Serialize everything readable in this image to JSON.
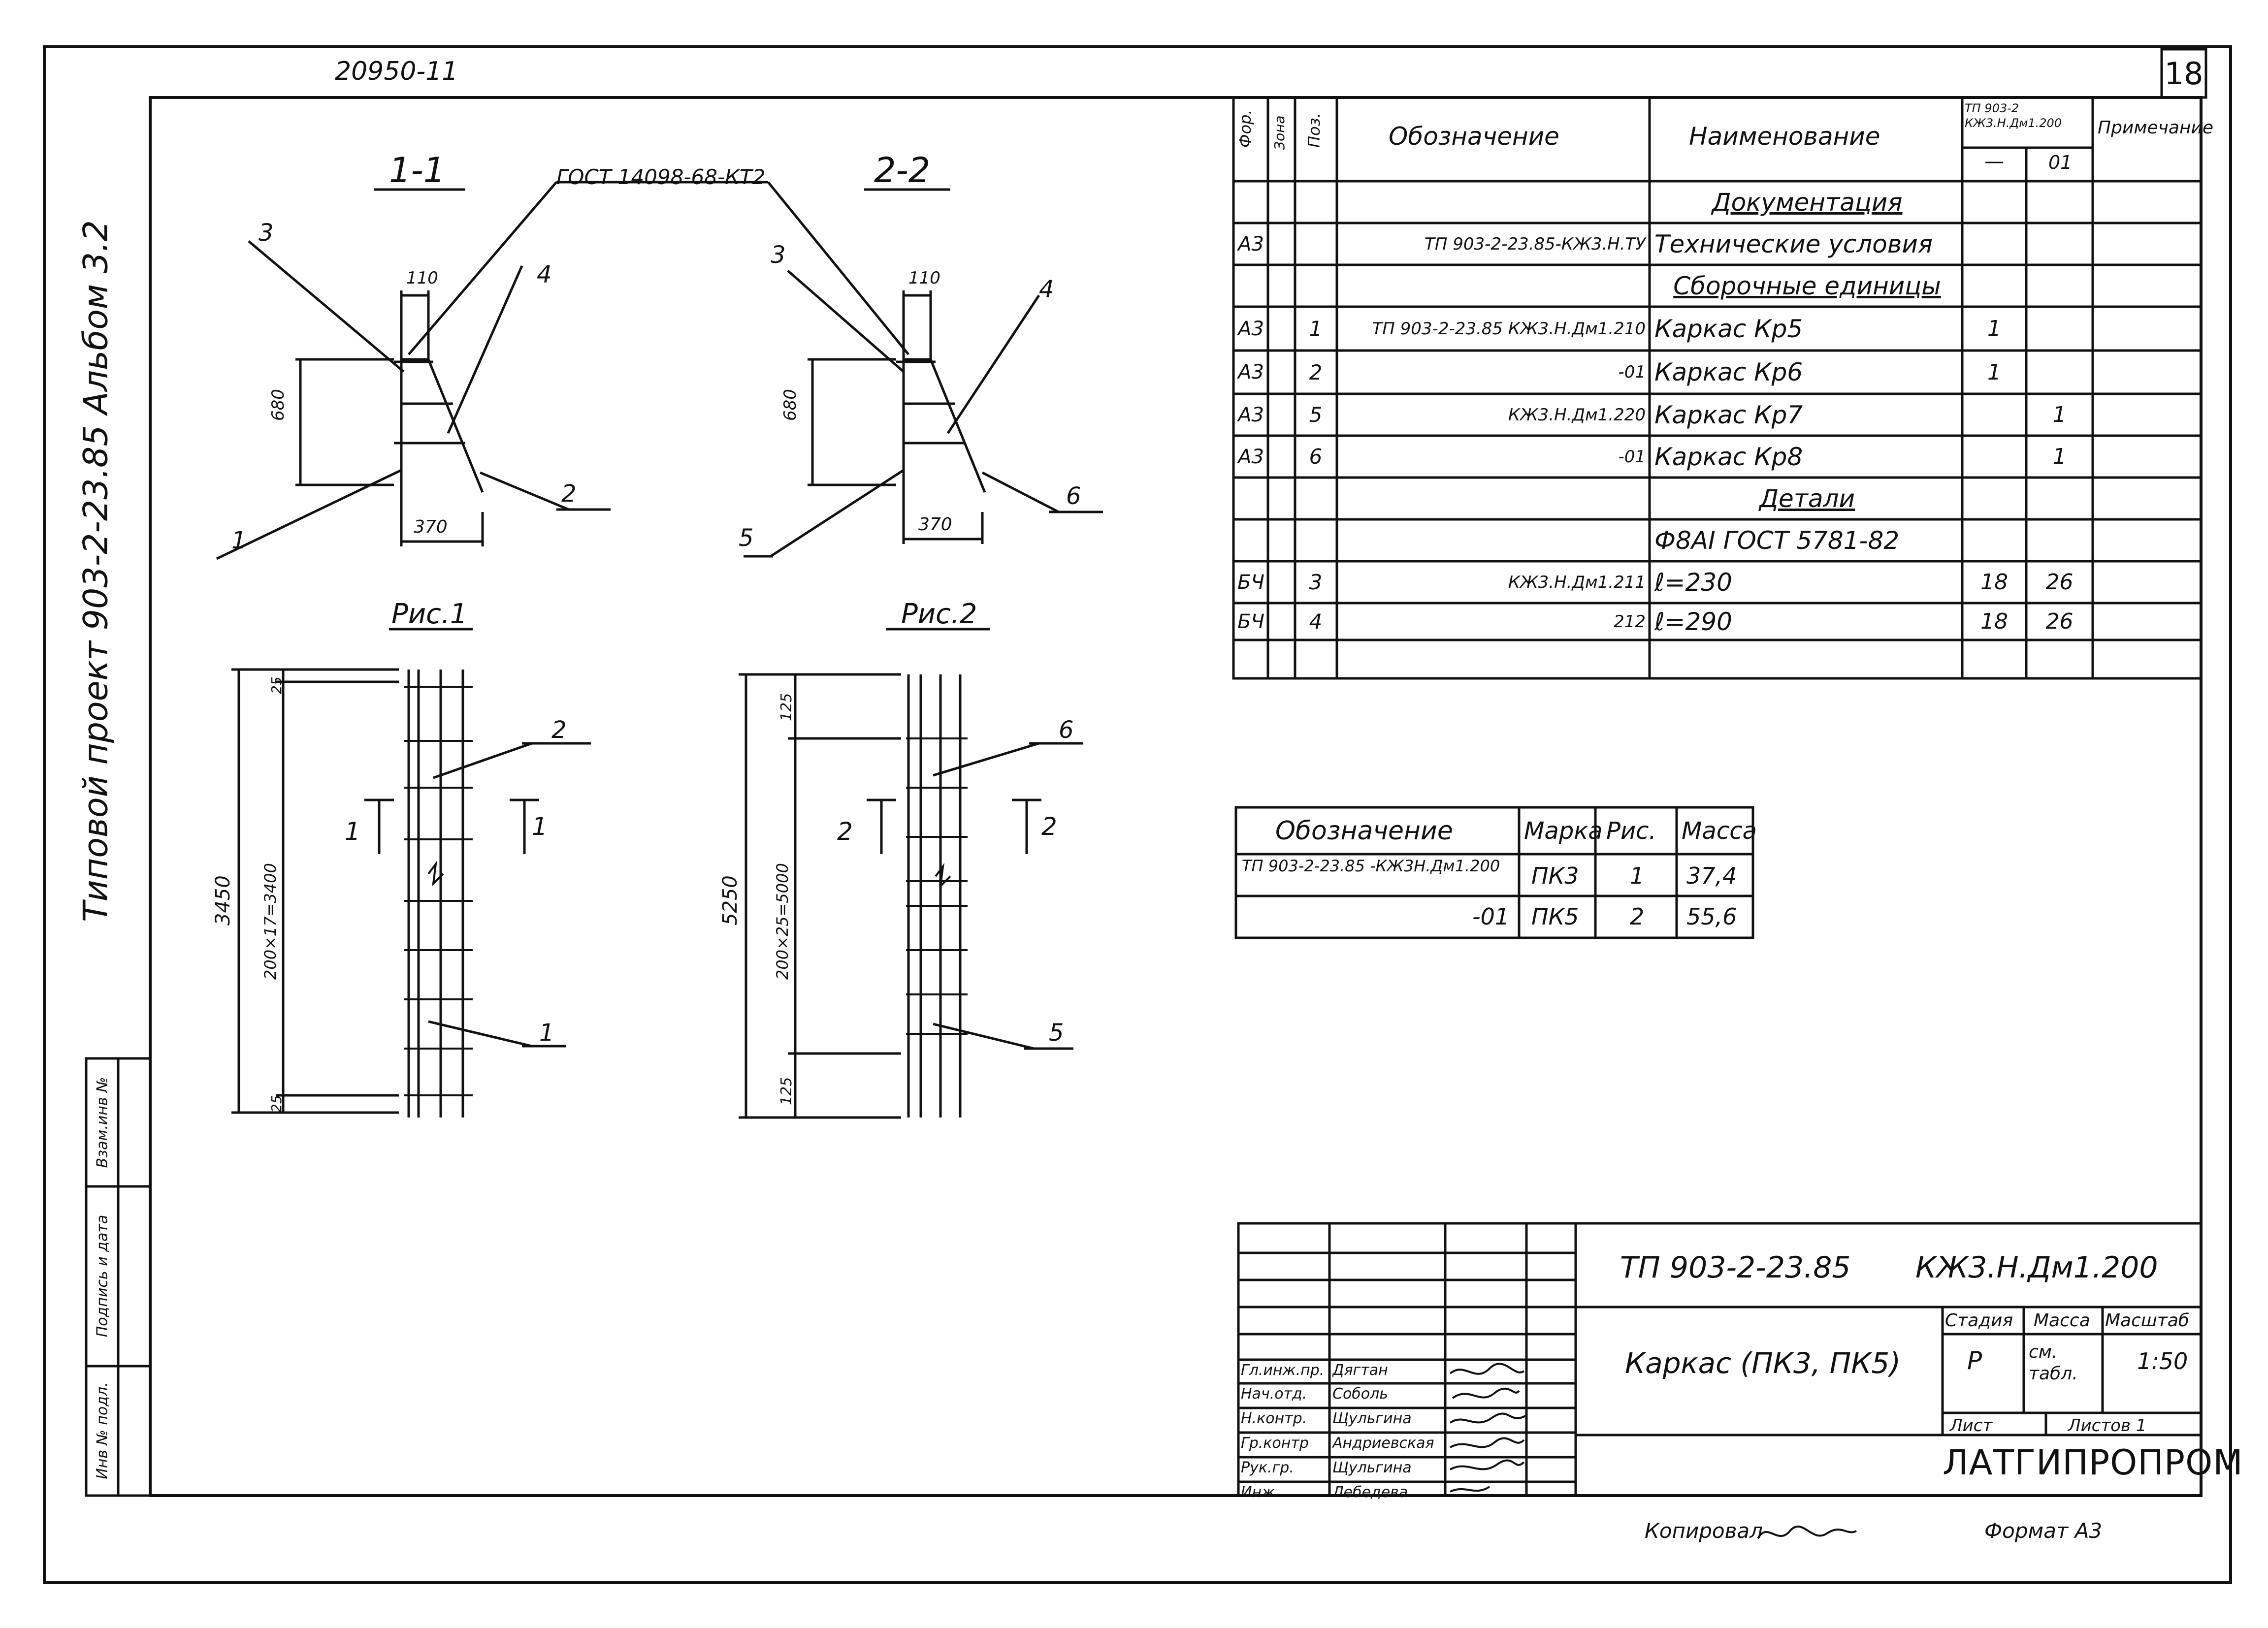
{
  "header": {
    "doc_number": "20950-11",
    "page_number": "18"
  },
  "side_labels": {
    "project": "Типовой проект 903-2-23.85 Альбом 3.2",
    "stamp": [
      "Взам.инв №",
      "Подпись и дата",
      "Инв № подл."
    ]
  },
  "drawings": {
    "section1": {
      "title": "1-1",
      "gost": "ГОСТ 14098-68-КТ2",
      "dim_top": "110",
      "dim_height": "680",
      "dim_bottom": "370",
      "callouts": [
        "3",
        "4",
        "2",
        "1"
      ]
    },
    "section2": {
      "title": "2-2",
      "dim_top": "110",
      "dim_height": "680",
      "dim_bottom": "370",
      "callouts": [
        "3",
        "4",
        "6",
        "5"
      ]
    },
    "fig1": {
      "title": "Рис.1",
      "dim_total": "3450",
      "dim_middle": "200×17=3400",
      "dim_top": "25",
      "dim_bottom": "25",
      "section_mark": "1",
      "callouts": [
        "2",
        "1"
      ]
    },
    "fig2": {
      "title": "Рис.2",
      "dim_total": "5250",
      "dim_middle": "200×25=5000",
      "dim_top": "125",
      "dim_bottom": "125",
      "section_mark": "2",
      "callouts": [
        "6",
        "5"
      ]
    }
  },
  "spec_table": {
    "headers": {
      "format": "Фор.",
      "zone": "Зона",
      "pos": "Поз.",
      "designation": "Обозначение",
      "name": "Наименование",
      "qty_group": "ТП 903-2 КЖ3.Н.Дм1.200",
      "qty_col1": "—",
      "qty_col2": "01",
      "note": "Примечание"
    },
    "rows": [
      {
        "format": "",
        "pos": "",
        "designation": "",
        "name": "Документация",
        "q1": "",
        "q2": "",
        "heading": true
      },
      {
        "format": "А3",
        "pos": "",
        "designation": "ТП 903-2-23.85-КЖ3.Н.ТУ",
        "name": "Технические условия",
        "q1": "",
        "q2": "",
        "heading": false
      },
      {
        "format": "",
        "pos": "",
        "designation": "",
        "name": "Сборочные единицы",
        "q1": "",
        "q2": "",
        "heading": true
      },
      {
        "format": "А3",
        "pos": "1",
        "designation": "ТП 903-2-23.85 КЖ3.Н.Дм1.210",
        "name": "Каркас Кр5",
        "q1": "1",
        "q2": "",
        "heading": false
      },
      {
        "format": "А3",
        "pos": "2",
        "designation": "-01",
        "name": "Каркас Кр6",
        "q1": "1",
        "q2": "",
        "heading": false
      },
      {
        "format": "А3",
        "pos": "5",
        "designation": "КЖ3.Н.Дм1.220",
        "name": "Каркас Кр7",
        "q1": "",
        "q2": "1",
        "heading": false
      },
      {
        "format": "А3",
        "pos": "6",
        "designation": "-01",
        "name": "Каркас Кр8",
        "q1": "",
        "q2": "1",
        "heading": false
      },
      {
        "format": "",
        "pos": "",
        "designation": "",
        "name": "Детали",
        "q1": "",
        "q2": "",
        "heading": true
      },
      {
        "format": "",
        "pos": "",
        "designation": "",
        "name": "Ф8АI ГОСТ 5781-82",
        "q1": "",
        "q2": "",
        "heading": false
      },
      {
        "format": "БЧ",
        "pos": "3",
        "designation": "КЖ3.Н.Дм1.211",
        "name": "ℓ=230",
        "q1": "18",
        "q2": "26",
        "heading": false
      },
      {
        "format": "БЧ",
        "pos": "4",
        "designation": "212",
        "name": "ℓ=290",
        "q1": "18",
        "q2": "26",
        "heading": false
      },
      {
        "format": "",
        "pos": "",
        "designation": "",
        "name": "",
        "q1": "",
        "q2": "",
        "heading": false
      }
    ]
  },
  "mass_table": {
    "headers": {
      "designation": "Обозначение",
      "mark": "Марка",
      "fig": "Рис.",
      "mass": "Масса"
    },
    "rows": [
      {
        "designation": "ТП 903-2-23.85 -КЖ3Н.Дм1.200",
        "mark": "ПК3",
        "fig": "1",
        "mass": "37,4"
      },
      {
        "designation": "-01",
        "mark": "ПК5",
        "fig": "2",
        "mass": "55,6"
      }
    ]
  },
  "title_block": {
    "project_code": "ТП 903-2-23.85",
    "doc_code": "КЖ3.Н.Дм1.200",
    "title": "Каркас (ПК3, ПК5)",
    "stage_label": "Стадия",
    "mass_label": "Масса",
    "scale_label": "Масштаб",
    "stage": "Р",
    "mass": "см. табл.",
    "scale": "1:50",
    "sheet_label": "Лист",
    "sheets_label": "Листов 1",
    "organization": "ЛАТГИПРОПРОМ",
    "people": [
      {
        "role": "Гл.инж.пр.",
        "name": "Дягтан"
      },
      {
        "role": "Нач.отд.",
        "name": "Соболь"
      },
      {
        "role": "Н.контр.",
        "name": "Щульгина"
      },
      {
        "role": "Гр.контр",
        "name": "Андриевская"
      },
      {
        "role": "Рук.гр.",
        "name": "Щульгина"
      },
      {
        "role": "Инж.",
        "name": "Лебедева"
      }
    ]
  },
  "footer": {
    "copied": "Копировал",
    "format": "Формат А3"
  }
}
